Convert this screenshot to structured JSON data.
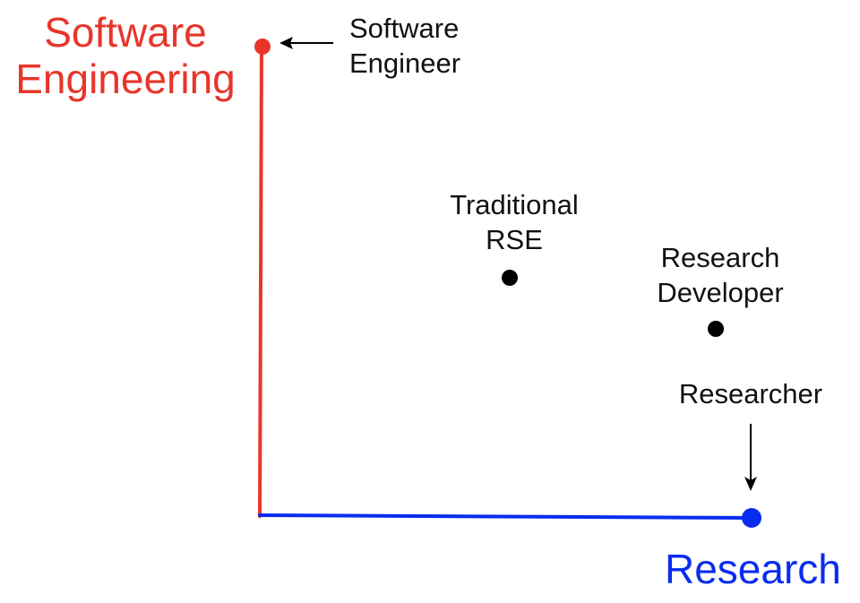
{
  "colors": {
    "vertical_axis": "#e8352a",
    "horizontal_axis": "#0a2cf0",
    "point": "#000000",
    "arrow": "#000000",
    "text": "#111111"
  },
  "axes": {
    "vertical": {
      "title_lines": [
        "Software",
        "Engineering"
      ],
      "color": "#e8352a"
    },
    "horizontal": {
      "title": "Research",
      "color": "#0a2cf0"
    }
  },
  "points": [
    {
      "id": "software-engineer",
      "label_lines": [
        "Software",
        "Engineer"
      ],
      "marker": "red-endpoint",
      "arrow": "left"
    },
    {
      "id": "traditional-rse",
      "label_lines": [
        "Traditional",
        "RSE"
      ],
      "marker": "dot"
    },
    {
      "id": "research-developer",
      "label_lines": [
        "Research",
        "Developer"
      ],
      "marker": "dot"
    },
    {
      "id": "researcher",
      "label_lines": [
        "Researcher"
      ],
      "marker": "blue-endpoint",
      "arrow": "down"
    }
  ]
}
